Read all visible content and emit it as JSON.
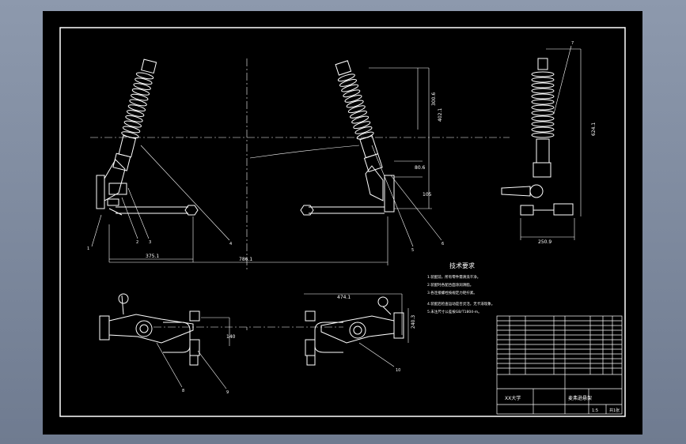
{
  "drawing": {
    "tech_heading": "技术要求",
    "tech_notes": [
      "1.装配前，所有零件需清洗干净。",
      "2.装配时各配合面涂润滑脂。",
      "3.各连接螺栓按规定力矩拧紧。",
      "4.装配后检查运动是否灵活，无卡滞现象。",
      "5.未注尺寸公差按GB/T1804-m。"
    ],
    "dimensions": {
      "width_left": "375.1",
      "overall_width": "786.1",
      "height_upper_a": "300.6",
      "height_upper_b": "402.1",
      "height_mid": "80.6",
      "height_low": "105",
      "side_height": "624.1",
      "side_base": "250.9",
      "bottom_left_width": "140",
      "bottom_right_width": "474.1",
      "bottom_right_height": "240.3"
    },
    "balloons": [
      "1",
      "2",
      "3",
      "4",
      "5",
      "6",
      "7",
      "8",
      "9",
      "10"
    ],
    "title_block": {
      "drawing_title": "麦弗逊悬架",
      "school": "XX大学",
      "scale": "1:5",
      "sheet": "共1张"
    }
  },
  "colors": {
    "background": "#000000",
    "lines": "#ffffff",
    "frame_outer": "#7f8aa0"
  }
}
